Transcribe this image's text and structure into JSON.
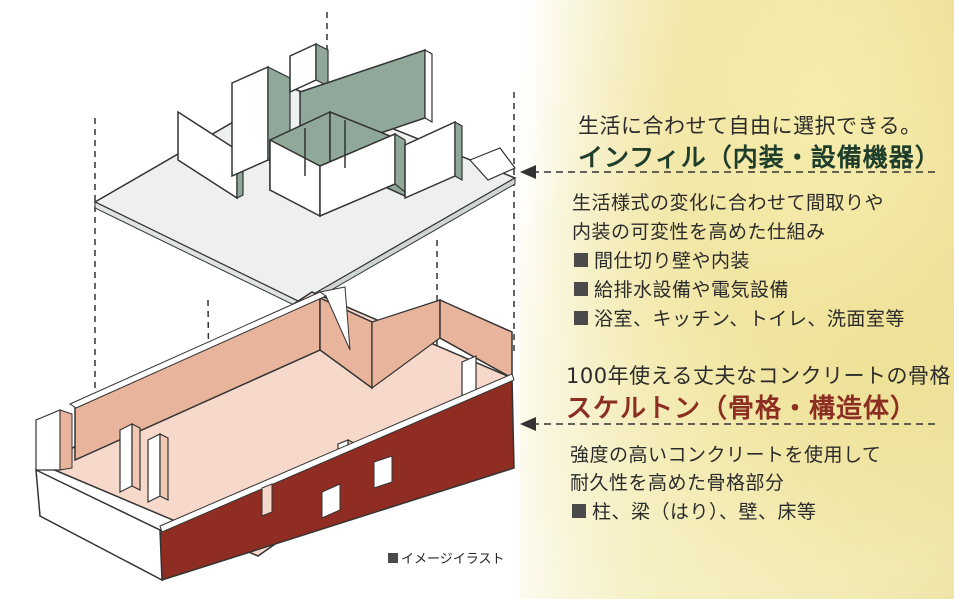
{
  "colors": {
    "infill_wall": "#8fa89a",
    "infill_floor": "#eef0ef",
    "skeleton_outer": "#8f2d22",
    "skeleton_inner": "#e9b49c",
    "skeleton_floor": "#f7d9cc",
    "infill_title": "#1e3d2a",
    "skeleton_title": "#8c2f22"
  },
  "infill": {
    "heading": "生活に合わせて自由に選択できる。",
    "title": "インフィル（内装・設備機器）",
    "desc_line1": "生活様式の変化に合わせて間取りや",
    "desc_line2": "内装の可変性を高めた仕組み",
    "items": [
      "間仕切り壁や内装",
      "給排水設備や電気設備",
      "浴室、キッチン、トイレ、洗面室等"
    ]
  },
  "skeleton": {
    "heading": "100年使える丈夫なコンクリートの骨格",
    "title": "スケルトン（骨格・構造体）",
    "desc_line1": "強度の高いコンクリートを使用して",
    "desc_line2": "耐久性を高めた骨格部分",
    "items": [
      "柱、梁（はり）、壁、床等"
    ]
  },
  "caption": "イメージイラスト"
}
